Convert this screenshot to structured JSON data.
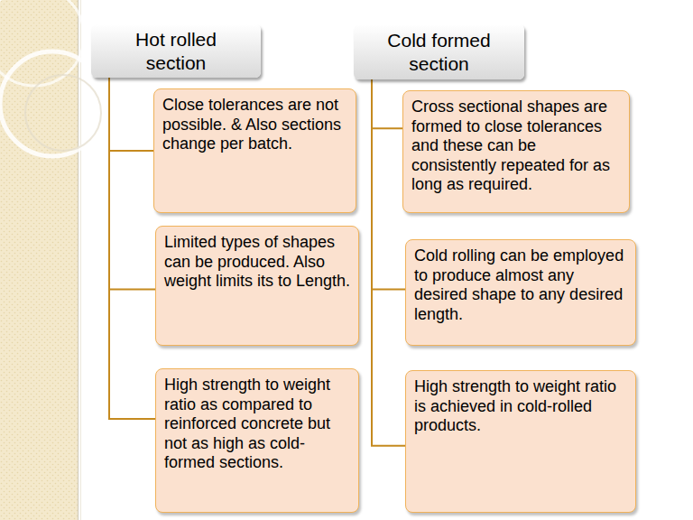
{
  "diagram": {
    "nodes": [
      {
        "text": [
          "Hot rolled section"
        ]
      },
      {
        "text": [
          "Close tolerances are not possible. & Also sections change per batch."
        ]
      },
      {
        "text": [
          "Limited types of shapes can be produced. Also weight limits its to Length."
        ]
      },
      {
        "text": [
          "High strength to weight ratio as compared to reinforced concrete but not as high as cold-formed sections."
        ]
      },
      {
        "text": [
          "Cold formed section"
        ]
      },
      {
        "text": [
          "Cross sectional shapes are formed to close tolerances and these can be consistently repeated for as long as required."
        ]
      },
      {
        "text": [
          "Cold rolling can be employed to produce almost any desired shape to any desired length."
        ]
      },
      {
        "text": [
          "High strength to weight ratio is achieved in cold-rolled products."
        ]
      }
    ],
    "edges": [
      {
        "from": 0,
        "to": 1,
        "arrow": "none"
      },
      {
        "from": 0,
        "to": 2,
        "arrow": "none"
      },
      {
        "from": 0,
        "to": 3,
        "arrow": "none"
      },
      {
        "from": 4,
        "to": 5,
        "arrow": "none"
      },
      {
        "from": 4,
        "to": 6,
        "arrow": "none"
      },
      {
        "from": 4,
        "to": 7,
        "arrow": "none"
      }
    ]
  }
}
